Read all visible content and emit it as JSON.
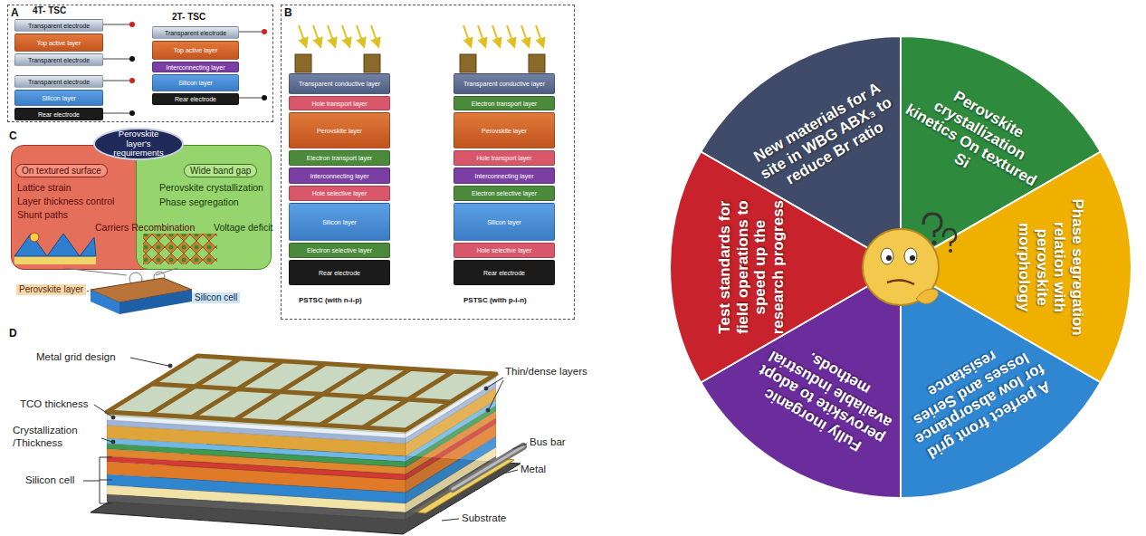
{
  "diagram": {
    "nodes": [
      {
        "text": [
          "A"
        ]
      },
      {
        "text": [
          "Transparent electrode"
        ],
        "in": 0
      },
      {
        "text": [
          "Top active layer"
        ],
        "in": 0
      },
      {
        "text": [
          "Transparent electrode"
        ],
        "in": 0
      },
      {
        "text": [
          "Transparent electrode"
        ],
        "in": 0
      },
      {
        "text": [
          "Silicon layer"
        ],
        "in": 0
      },
      {
        "text": [
          "Rear electrode"
        ],
        "in": 0
      },
      {
        "text": [
          "Transparent electrode"
        ],
        "in": 0
      },
      {
        "text": [
          "Top active layer"
        ],
        "in": 0
      },
      {
        "text": [
          "Interconnecting layer"
        ],
        "in": 0
      },
      {
        "text": [
          "Silicon layer"
        ],
        "in": 0
      },
      {
        "text": [
          "Rear electrode"
        ],
        "in": 0
      },
      {
        "text": [
          "B"
        ]
      },
      {
        "text": [
          "Transparent conductive layer"
        ],
        "in": 12
      },
      {
        "text": [
          "Hole transport layer"
        ],
        "in": 12
      },
      {
        "text": [
          "Perovskite layer"
        ],
        "in": 12
      },
      {
        "text": [
          "Electron transport layer"
        ],
        "in": 12
      },
      {
        "text": [
          "Interconnecting layer"
        ],
        "in": 12
      },
      {
        "text": [
          "Hole selective layer"
        ],
        "in": 12
      },
      {
        "text": [
          "Silicon layer"
        ],
        "in": 12
      },
      {
        "text": [
          "Electron selective layer"
        ],
        "in": 12
      },
      {
        "text": [
          "Rear electrode"
        ],
        "in": 12
      },
      {
        "text": [
          "Transparent conductive layer"
        ],
        "in": 12
      },
      {
        "text": [
          "Electron transport layer"
        ],
        "in": 12
      },
      {
        "text": [
          "Perovskite layer"
        ],
        "in": 12
      },
      {
        "text": [
          "Hole transport layer"
        ],
        "in": 12
      },
      {
        "text": [
          "Interconnecting layer"
        ],
        "in": 12
      },
      {
        "text": [
          "Electron selective layer"
        ],
        "in": 12
      },
      {
        "text": [
          "Silicon layer"
        ],
        "in": 12
      },
      {
        "text": [
          "Hole selective layer"
        ],
        "in": 12
      },
      {
        "text": [
          "Rear electrode"
        ],
        "in": 12
      },
      {
        "text": [
          "Perovskite layer's requirements"
        ]
      },
      {
        "text": [
          "On textured surface",
          "Lattice strain",
          "Layer thickness control",
          "Shunt paths",
          "Carriers Recombination"
        ]
      },
      {
        "text": [
          "Wide band gap",
          "Perovskite crystallization",
          "Phase segregation",
          "Voltage deficit"
        ]
      },
      {
        "text": [
          "New materials for A site in WBG ABX₃ to reduce Br ratio"
        ]
      },
      {
        "text": [
          "Perovskite crystallization kinetics On textured Si"
        ]
      },
      {
        "text": [
          "Phase segregation relation with perovskite morphology"
        ]
      },
      {
        "text": [
          "A perfect front grid for low absorptance losses and Series resistance"
        ]
      },
      {
        "text": [
          "Fully inorganic perovskite to adopt available industrial methods."
        ]
      },
      {
        "text": [
          "Test standards for field operations to speed up the research progress"
        ]
      }
    ],
    "labels": [
      "4T- TSC",
      "2T- TSC",
      "PSTSC (with n-i-p)",
      "PSTSC (with p-i-n)",
      "C",
      "Perovskite layer",
      "Silicon cell",
      "D",
      "Metal grid design",
      "Thin/dense layers",
      "TCO thickness",
      "Crystallization /Thickness",
      "Bus bar",
      "Metal",
      "Silicon cell",
      "Substrate"
    ]
  }
}
